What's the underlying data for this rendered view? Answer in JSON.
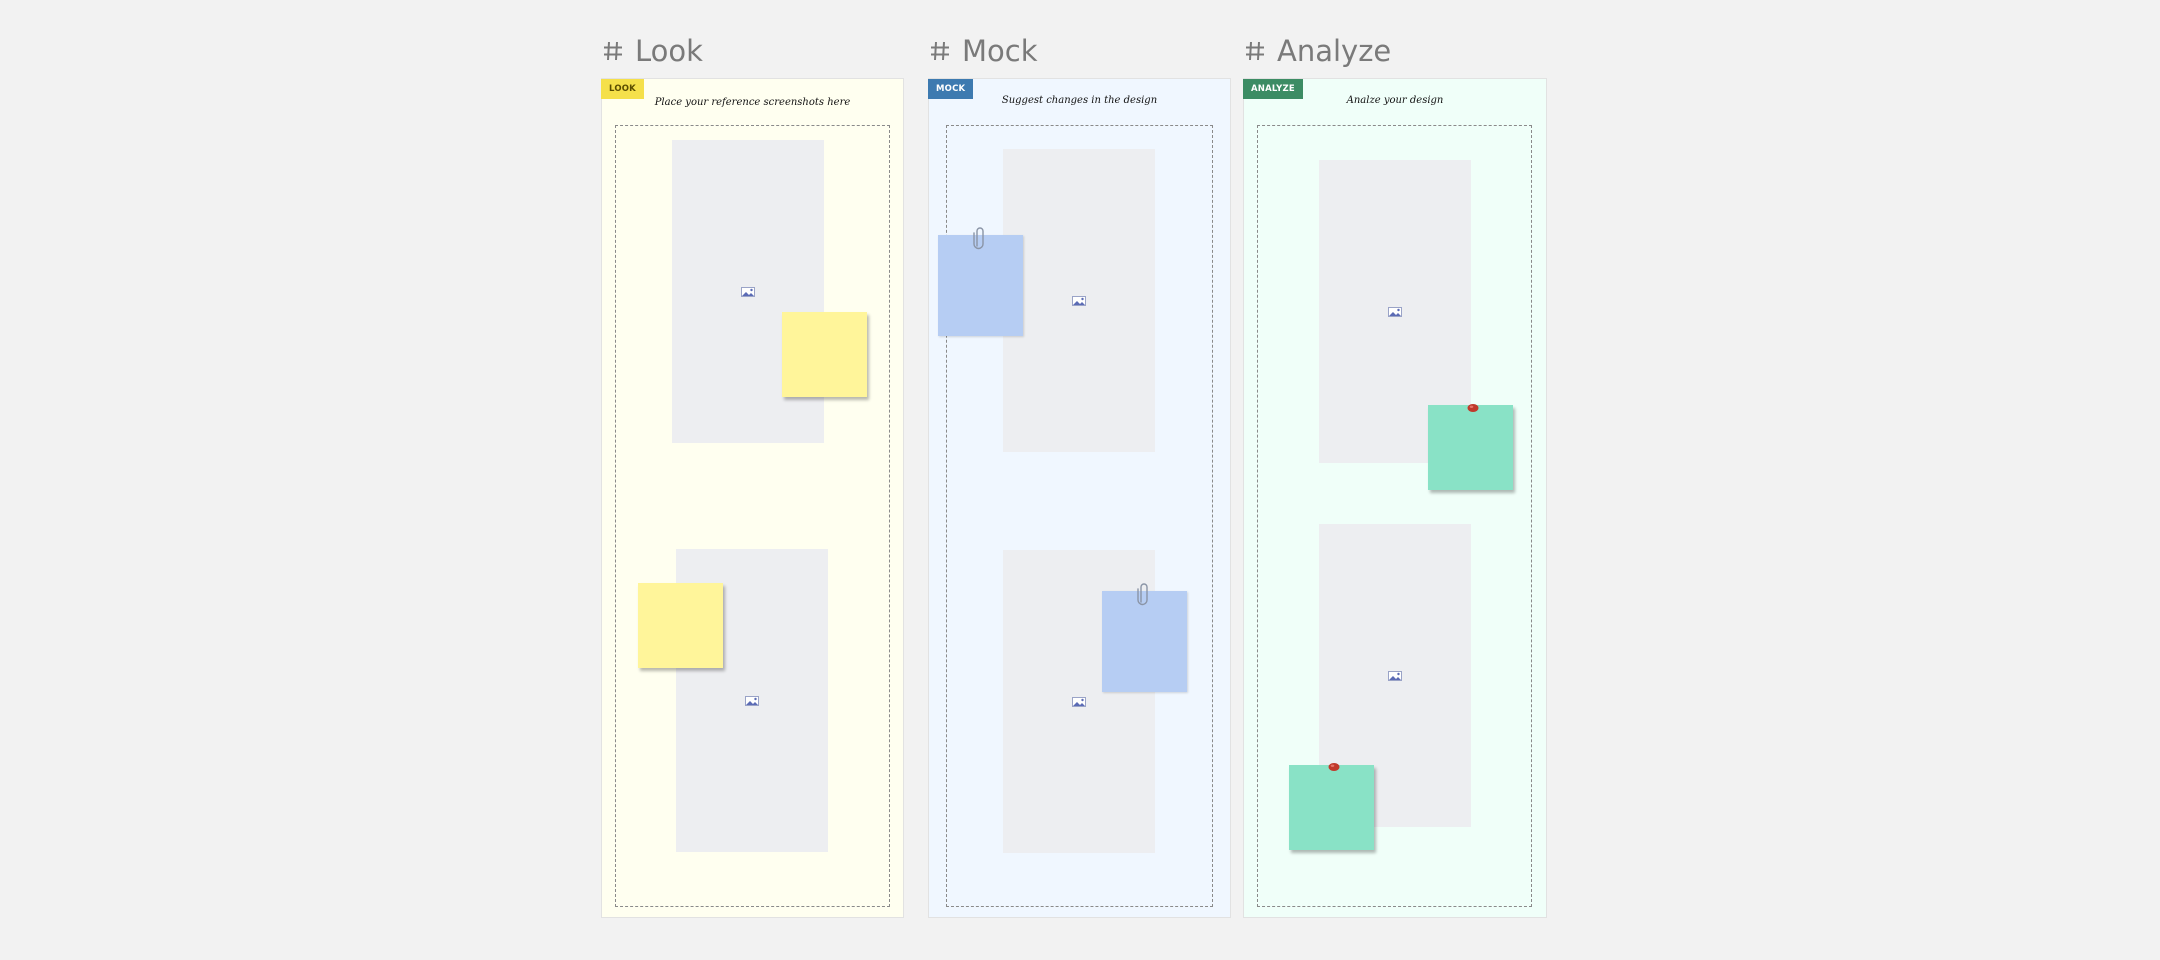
{
  "colors": {
    "look_bg": "#fffff0",
    "look_tag": "#f5e04a",
    "look_sticky": "#fff59a",
    "mock_bg": "#f0f7ff",
    "mock_tag": "#3d7ab0",
    "mock_sticky": "#b6cdf3",
    "analyze_bg": "#f0fff9",
    "analyze_tag": "#3c8c64",
    "analyze_sticky": "#89e2c6",
    "pin": "#c0392b"
  },
  "frames": [
    {
      "id": "look",
      "title": "Look",
      "tag": "LOOK",
      "description": "Place your reference screenshots here",
      "sticky_attachment": "none"
    },
    {
      "id": "mock",
      "title": "Mock",
      "tag": "MOCK",
      "description": "Suggest changes in the design",
      "sticky_attachment": "paperclip-icon"
    },
    {
      "id": "analyze",
      "title": "Analyze",
      "tag": "ANALYZE",
      "description": "Analze your design",
      "sticky_attachment": "pushpin-icon"
    }
  ],
  "placeholder_icon": "image-placeholder-icon"
}
